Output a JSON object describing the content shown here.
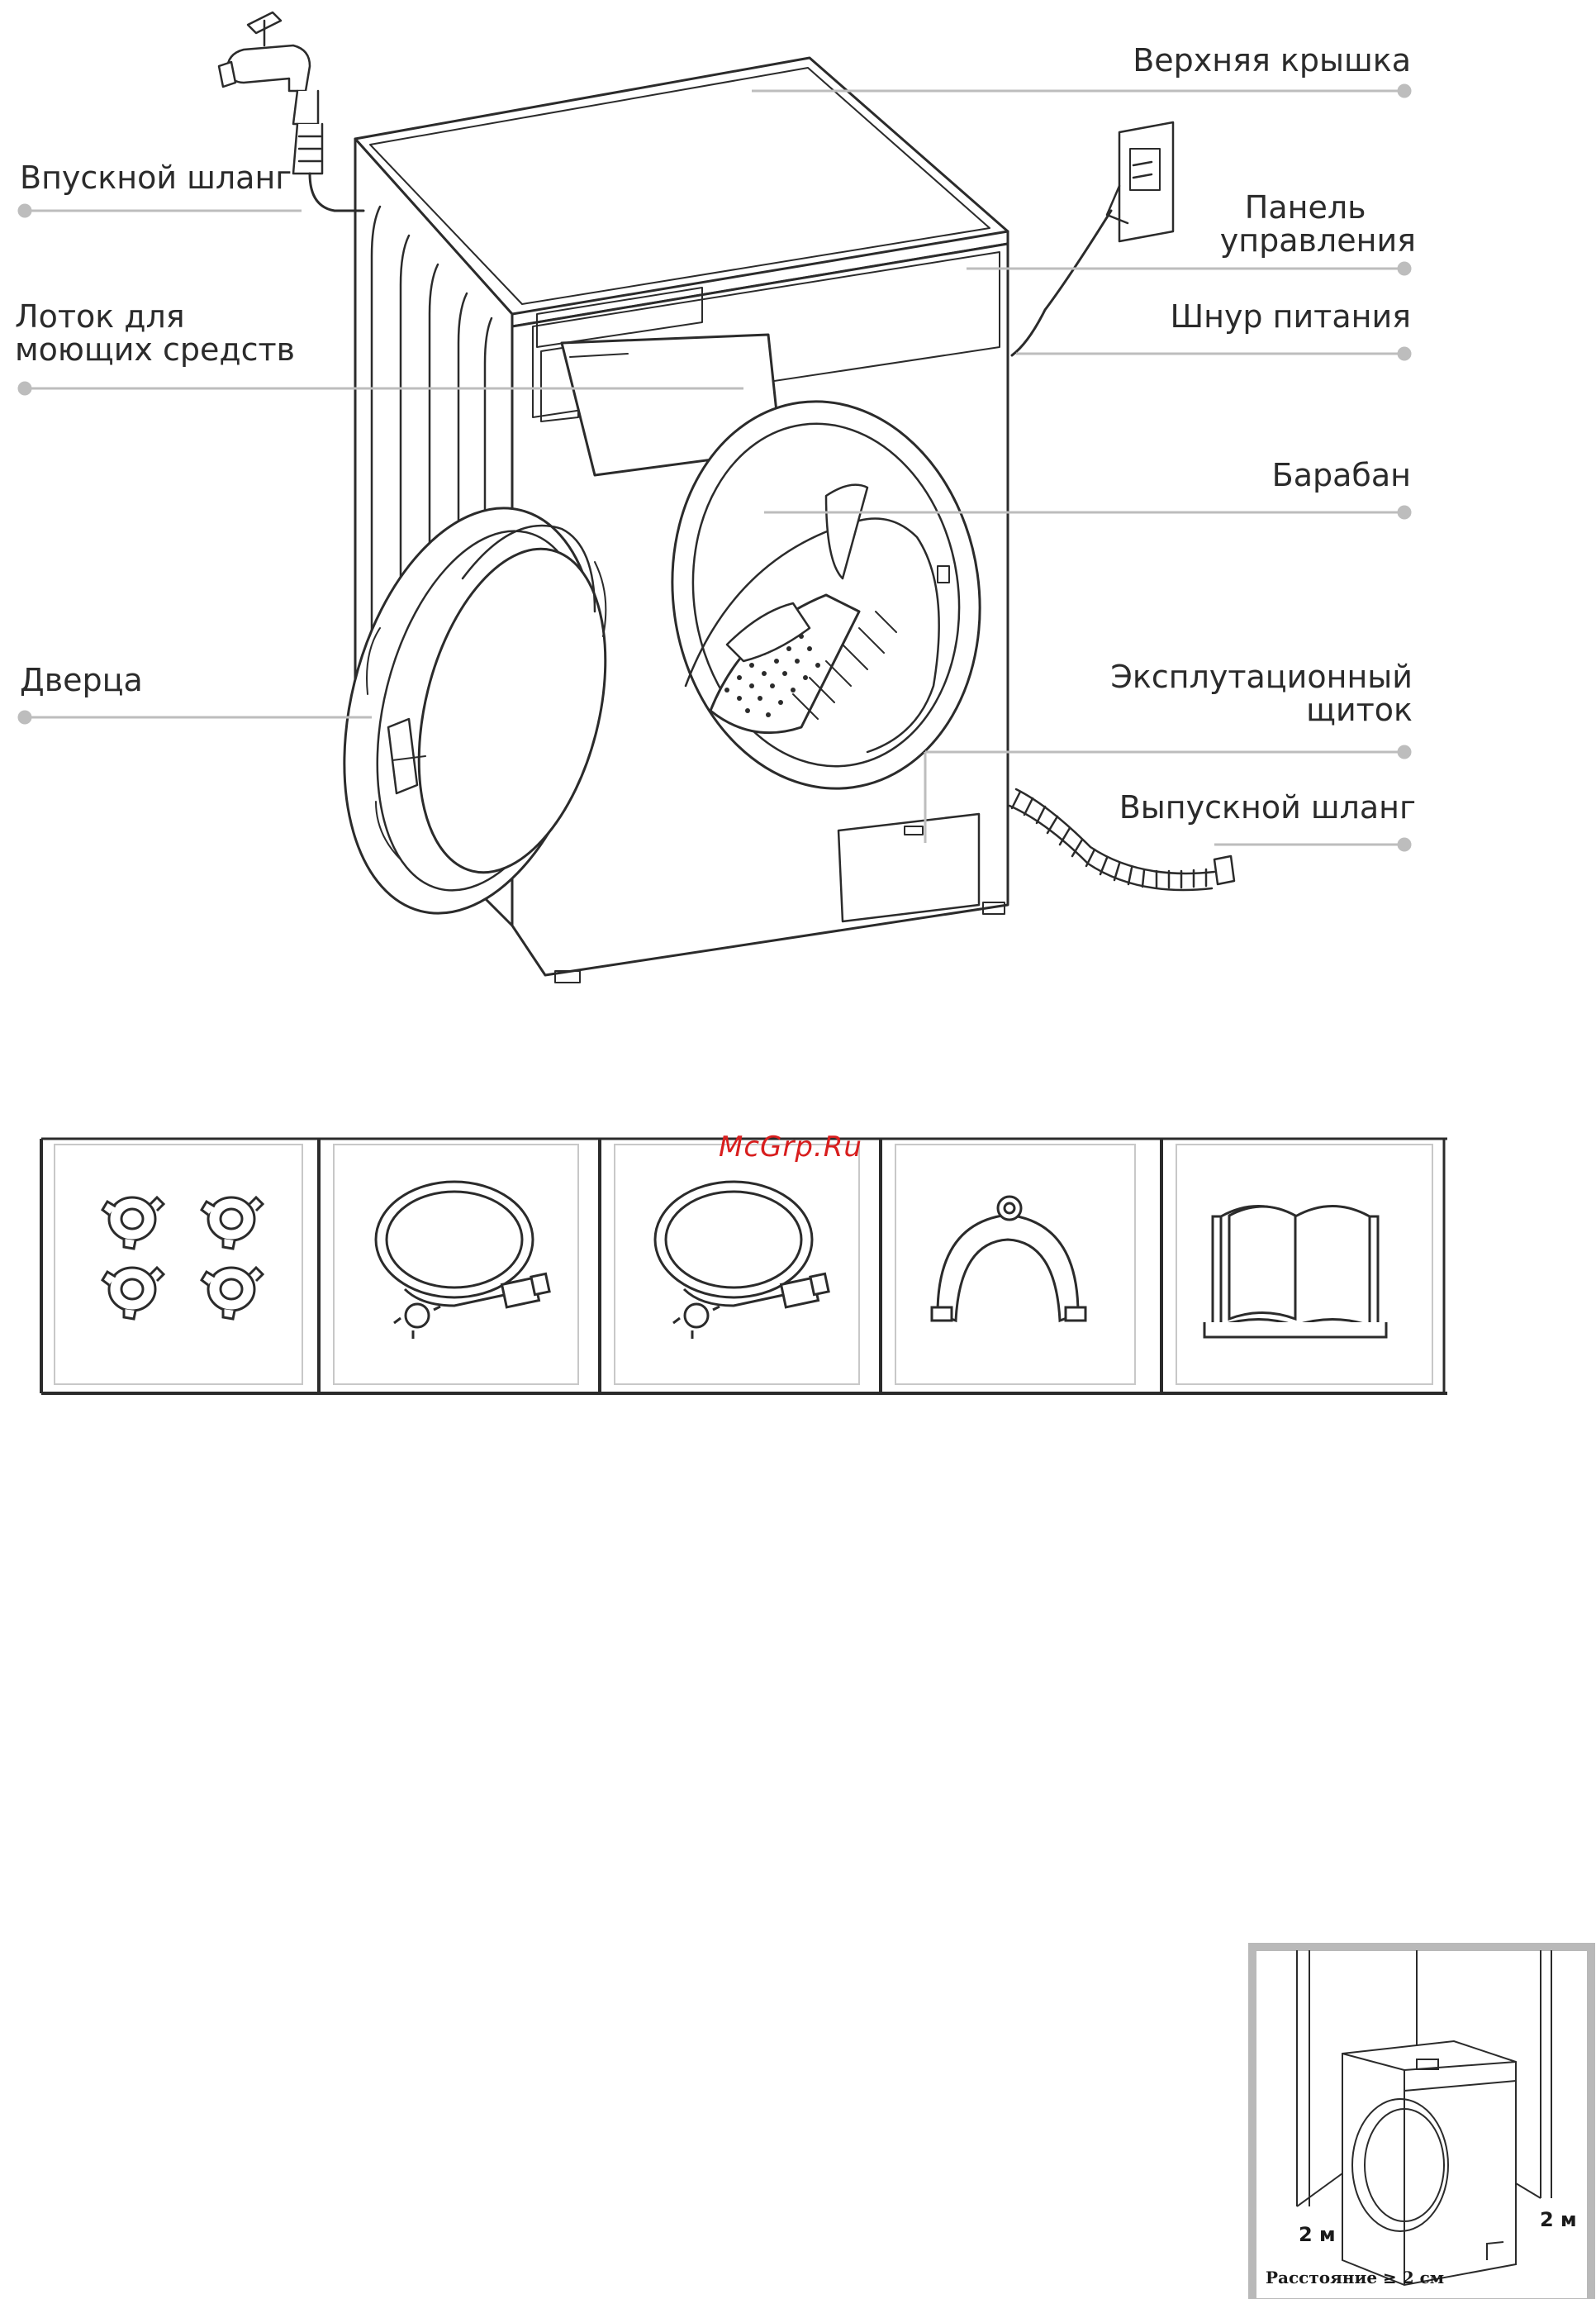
{
  "diagram": {
    "labels": {
      "top_cover": "Верхняя крышка",
      "control_panel_line1": "Панель",
      "control_panel_line2": "управления",
      "power_cord": "Шнур питания",
      "drum": "Барабан",
      "service_panel_line1": "Эксплутационный",
      "service_panel_line2": "щиток",
      "drain_hose": "Выпускной шланг",
      "inlet_hose": "Впускной шланг",
      "detergent_tray_line1": "Лоток для",
      "detergent_tray_line2": "моющих средств",
      "door": "Дверца"
    },
    "colors": {
      "line": "#2b2b2b",
      "leader": "#bdbdbd",
      "watermark": "#d81e1e"
    }
  },
  "watermark": "McGrp.Ru",
  "accessories": {
    "items": [
      {
        "icon": "transport-caps-icon"
      },
      {
        "icon": "inlet-hose-icon"
      },
      {
        "icon": "inlet-hose-icon"
      },
      {
        "icon": "hose-bracket-icon"
      },
      {
        "icon": "manual-book-icon"
      }
    ]
  },
  "installation": {
    "left_clearance": "2 м",
    "right_clearance": "2 м",
    "distance": "Расстояние ≥ 2 см"
  }
}
